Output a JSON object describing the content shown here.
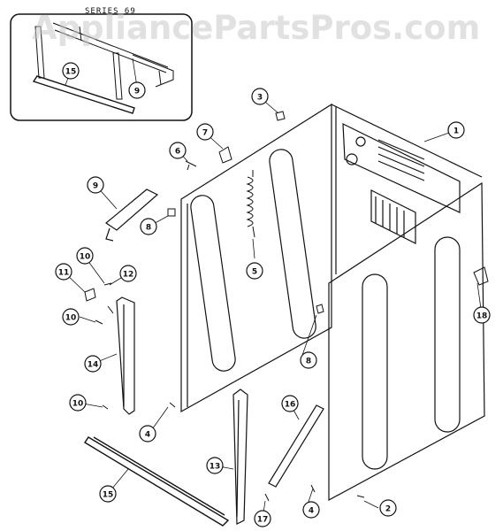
{
  "inset_label": "SERIES 69",
  "watermark": "AppliancePartsPros.com",
  "callouts": {
    "c1": "1",
    "c2": "2",
    "c3": "3",
    "c4a": "4",
    "c4b": "4",
    "c5": "5",
    "c6": "6",
    "c7": "7",
    "c8a": "8",
    "c8b": "8",
    "c9a": "9",
    "c9b": "9",
    "c10a": "10",
    "c10b": "10",
    "c10c": "10",
    "c11": "11",
    "c12": "12",
    "c13": "13",
    "c14": "14",
    "c15a": "15",
    "c15b": "15",
    "c16": "16",
    "c17": "17",
    "c18": "18"
  }
}
